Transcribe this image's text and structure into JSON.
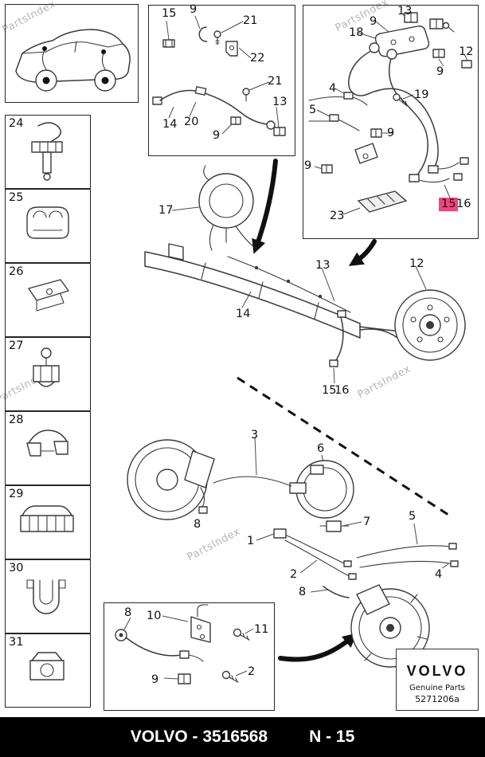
{
  "watermark": "PartsIndex",
  "colors": {
    "highlight": "#f0457c",
    "line": "#3a3a3a"
  },
  "footer": {
    "part_label": "VOLVO - 3516568",
    "page_label": "N - 15"
  },
  "logo": {
    "brand": "VOLVO",
    "subtitle": "Genuine Parts",
    "code": "5271206a"
  },
  "left_panel": {
    "items": [
      {
        "num": "24"
      },
      {
        "num": "25"
      },
      {
        "num": "26"
      },
      {
        "num": "27"
      },
      {
        "num": "28"
      },
      {
        "num": "29"
      },
      {
        "num": "30"
      },
      {
        "num": "31"
      }
    ]
  },
  "callouts": {
    "tm15": "15",
    "tm9a": "9",
    "tm21a": "21",
    "tm22": "22",
    "tm21b": "21",
    "tm13": "13",
    "tm14": "14",
    "tm20": "20",
    "tm9b": "9",
    "tr13": "13",
    "tr9a": "9",
    "tr18": "18",
    "tr12": "12",
    "tr9b": "9",
    "tr19": "19",
    "tr4": "4",
    "tr5": "5",
    "tr9c": "9",
    "tr9d": "9",
    "tr23": "23",
    "tr15": "15",
    "tr16": "16",
    "m17": "17",
    "m13": "13",
    "m12": "12",
    "m14": "14",
    "m15": "15",
    "m16": "16",
    "lo3": "3",
    "lo6": "6",
    "lo8a": "8",
    "lo7": "7",
    "lo1": "1",
    "lo2": "2",
    "lo8b": "8",
    "lo5": "5",
    "lo4": "4",
    "bb8": "8",
    "bb10": "10",
    "bb11": "11",
    "bb9": "9",
    "bb2": "2"
  }
}
